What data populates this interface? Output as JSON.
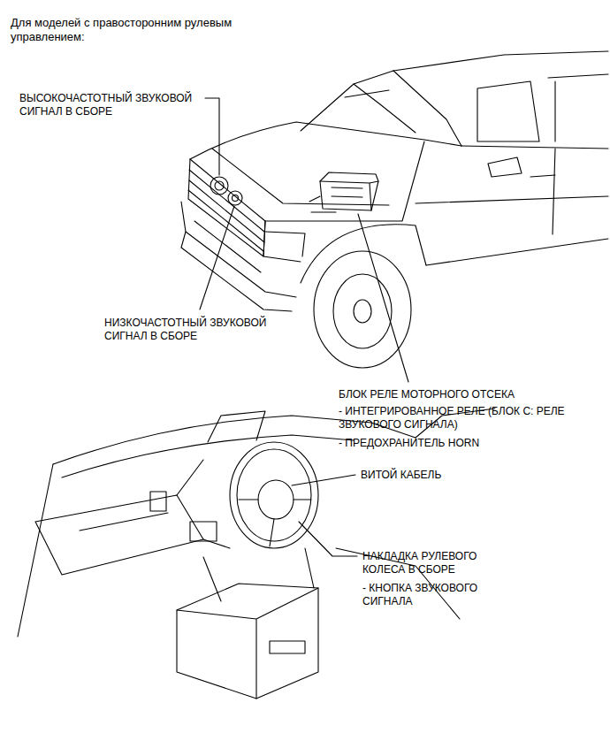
{
  "diagram": {
    "title": "Для моделей с правосторонним рулевым управлением:",
    "labels": [
      "ВЫСОКОЧАСТОТНЫЙ ЗВУКОВОЙ СИГНАЛ В СБОРЕ",
      "НИЗКОЧАСТОТНЫЙ ЗВУКОВОЙ СИГНАЛ В СБОРЕ",
      "БЛОК РЕЛЕ МОТОРНОГО ОТСЕКА",
      "- ИНТЕГРИРОВАННОЕ РЕЛЕ (БЛОК C: РЕЛЕ ЗВУКОВОГО СИГНАЛА)",
      "- ПРЕДОХРАНИТЕЛЬ HORN",
      "ВИТОЙ КАБЕЛЬ",
      "НАКЛАДКА РУЛЕВОГО КОЛЕСА В СБОРЕ",
      "- КНОПКА ЗВУКОВОГО СИГНАЛА"
    ]
  }
}
